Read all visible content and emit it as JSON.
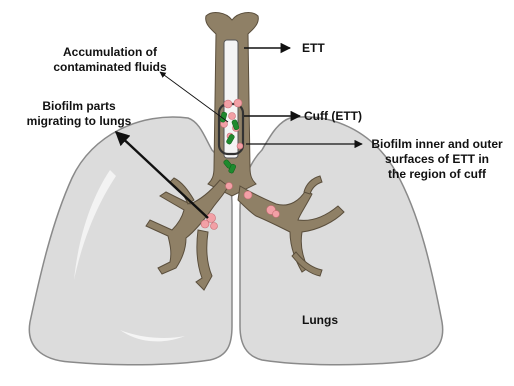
{
  "labels": {
    "ett": "ETT",
    "accumulation_line1": "Accumulation of",
    "accumulation_line2": "contaminated fluids",
    "biofilm_parts_line1": "Biofilm parts",
    "biofilm_parts_line2": "migrating to lungs",
    "cuff": "Cuff (ETT)",
    "biofilm_surfaces_line1": "Biofilm inner and outer",
    "biofilm_surfaces_line2": "surfaces of ETT in",
    "biofilm_surfaces_line3": "the region of cuff",
    "lungs": "Lungs"
  },
  "colors": {
    "lung_fill": "#dcdcdc",
    "lung_stroke": "#8a8a8a",
    "airway_fill": "#8f8066",
    "airway_stroke": "#5a4e3c",
    "ett_fill": "#f4f4f4",
    "ett_stroke": "#555555",
    "biofilm_pink": "#f2a0a6",
    "biofilm_green": "#1f8a2e",
    "arrow": "#111111"
  },
  "icons": {
    "biofilm_cluster": "pink-biofilm-icon",
    "bacteria": "green-bacteria-icon"
  }
}
